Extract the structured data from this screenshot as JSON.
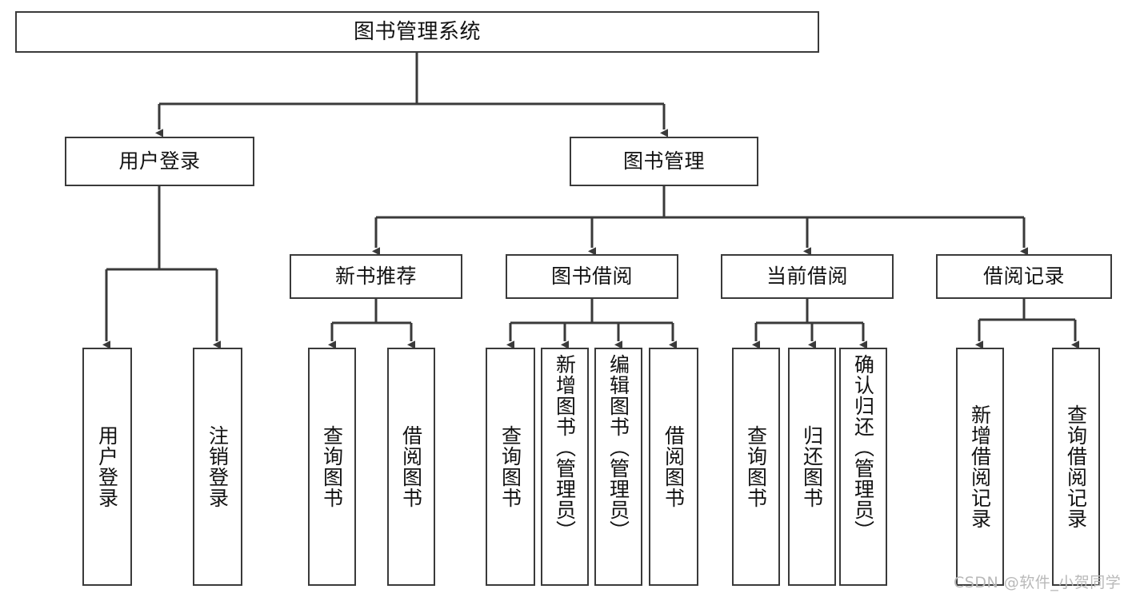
{
  "diagram": {
    "title_node": {
      "label": "图书管理系统"
    },
    "level2": [
      {
        "label": "用户登录"
      },
      {
        "label": "图书管理"
      }
    ],
    "level3": [
      {
        "label": "新书推荐"
      },
      {
        "label": "图书借阅"
      },
      {
        "label": "当前借阅"
      },
      {
        "label": "借阅记录"
      }
    ],
    "leaves_user_login": [
      {
        "label": "用户登录"
      },
      {
        "label": "注销登录"
      }
    ],
    "leaves_new_book": [
      {
        "label": "查询图书"
      },
      {
        "label": "借阅图书"
      }
    ],
    "leaves_borrow": [
      {
        "label": "查询图书"
      },
      {
        "label": "新增图书（管理员）"
      },
      {
        "label": "编辑图书（管理员）"
      },
      {
        "label": "借阅图书"
      }
    ],
    "leaves_current": [
      {
        "label": "查询图书"
      },
      {
        "label": "归还图书"
      },
      {
        "label": "确认归还（管理员）"
      }
    ],
    "leaves_records": [
      {
        "label": "新增借阅记录"
      },
      {
        "label": "查询借阅记录"
      }
    ]
  },
  "watermark": {
    "text": "CSDN @软件_小贺同学"
  },
  "colors": {
    "stroke": "#3a3a3a",
    "text": "#121212",
    "background": "#ffffff",
    "watermark": "#b9b9b9"
  }
}
